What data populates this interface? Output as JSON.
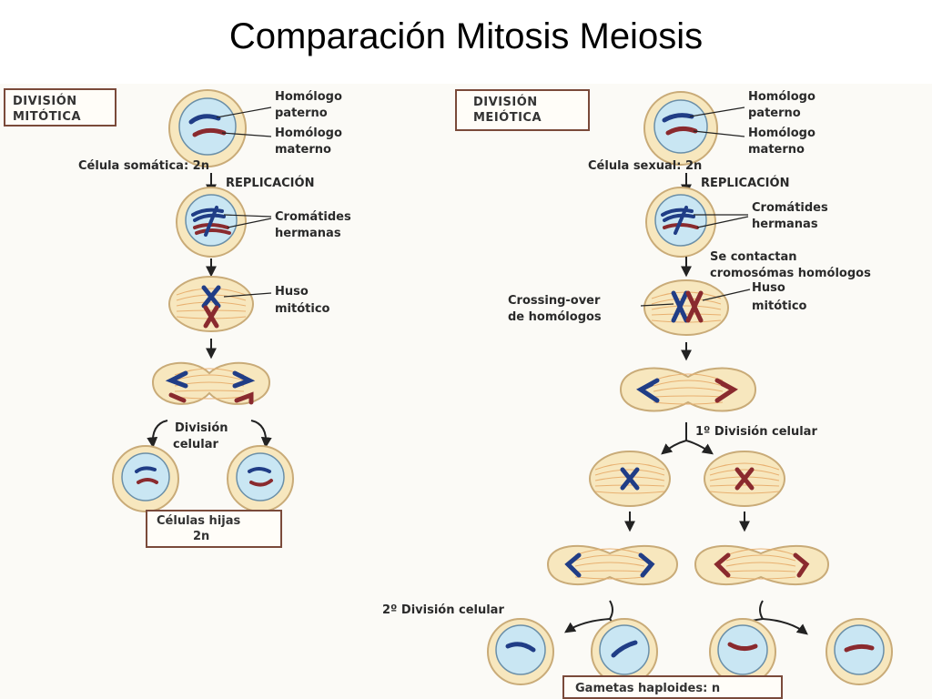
{
  "title": "Comparación Mitosis Meiosis",
  "colors": {
    "cell_fill": "#f7e7be",
    "nucleus_fill": "#c9e6f3",
    "paternal": "#203d86",
    "maternal": "#8a2a2e"
  },
  "mitosis": {
    "header_line1": "DIVISIÓN",
    "header_line2": "MITÓTICA",
    "homologo_paterno_1": "Homólogo",
    "homologo_paterno_2": "paterno",
    "homologo_materno_1": "Homólogo",
    "homologo_materno_2": "materno",
    "cell_label": "Célula somática: 2n",
    "replication": "REPLICACIÓN",
    "cromatides_1": "Cromátides",
    "cromatides_2": "hermanas",
    "huso_1": "Huso",
    "huso_2": "mitótico",
    "division_1": "División",
    "division_2": "celular",
    "result_line1": "Células hijas",
    "result_line2": "2n"
  },
  "meiosis": {
    "header_line1": "DIVISIÓN",
    "header_line2": "MEIÓTICA",
    "homologo_paterno_1": "Homólogo",
    "homologo_paterno_2": "paterno",
    "homologo_materno_1": "Homólogo",
    "homologo_materno_2": "materno",
    "cell_label": "Célula sexual: 2n",
    "replication": "REPLICACIÓN",
    "cromatides_1": "Cromátides",
    "cromatides_2": "hermanas",
    "contact_1": "Se contactan",
    "contact_2": "cromosómas homólogos",
    "crossing_1": "Crossing-over",
    "crossing_2": "de homólogos",
    "huso_1": "Huso",
    "huso_2": "mitótico",
    "first_division": "1º División celular",
    "second_division": "2º División celular",
    "result": "Gametas haploides: n"
  }
}
